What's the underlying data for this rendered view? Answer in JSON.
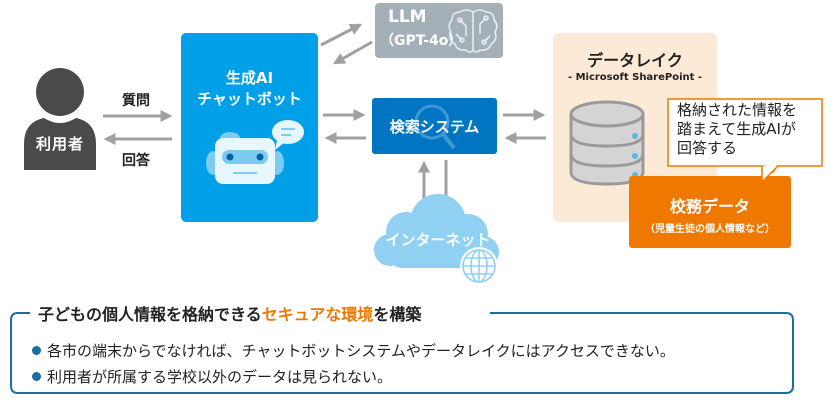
{
  "user": {
    "label": "利用者"
  },
  "flows": {
    "question": "質問",
    "answer": "回答"
  },
  "chatbot": {
    "title_line1": "生成AI",
    "title_line2": "チャットボット"
  },
  "llm": {
    "title": "LLM",
    "subtitle": "（GPT-4o）"
  },
  "search": {
    "label": "検索システム"
  },
  "internet": {
    "label": "インターネット"
  },
  "data_lake": {
    "title": "データレイク",
    "subtitle": "- Microsoft SharePoint -"
  },
  "callout": {
    "line1": "格納された情報を",
    "line2": "踏まえて生成AIが",
    "line3": "回答する"
  },
  "school_data": {
    "title": "校務データ",
    "subtitle": "（児童生徒の個人情報など）"
  },
  "bottom": {
    "title_prefix": "子どもの個人情報を格納できる",
    "title_highlight": "セキュアな環境",
    "title_suffix": "を構築",
    "bullets": [
      "各市の端末からでなければ、チャットボットシステムやデータレイクにはアクセスできない。",
      "利用者が所属する学校以外のデータは見られない。"
    ]
  },
  "colors": {
    "chatbot_blue": "#00a0e9",
    "search_blue": "#0075c2",
    "llm_gray": "#a4b0b8",
    "cloud_blue": "#8fd0f3",
    "lake_bg": "#fce9d6",
    "school_orange": "#ee7800",
    "arrow_gray": "#a0a0a0",
    "frame_blue": "#1a6fa0"
  }
}
